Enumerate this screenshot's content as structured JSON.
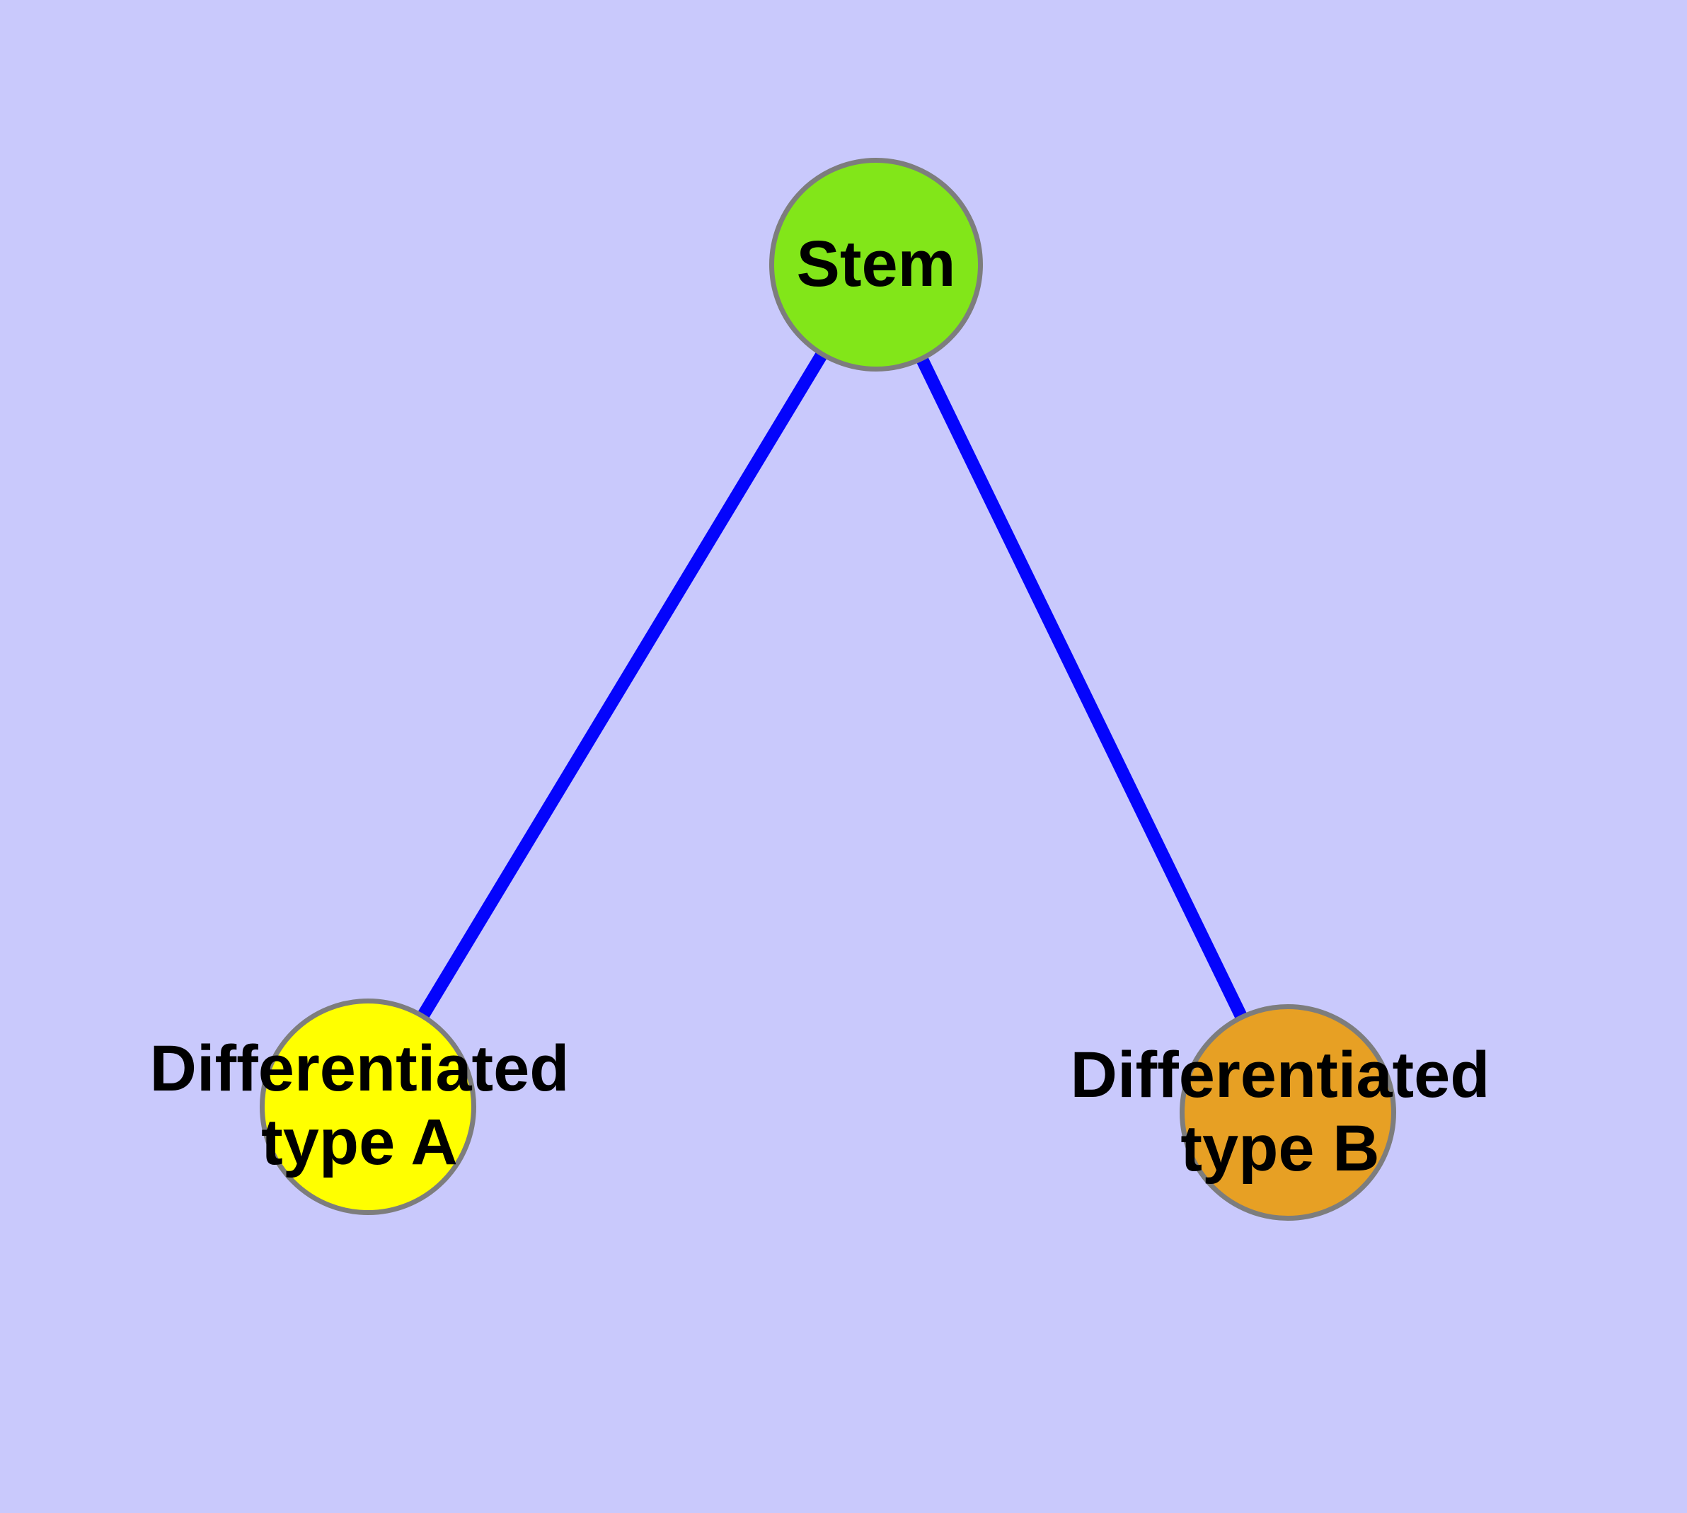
{
  "colors": {
    "background": "#C9C9FC",
    "edge": "#0404FC",
    "node_border": "#7D7D7D",
    "stem_fill": "#82E619",
    "type_a_fill": "#FFFF00",
    "type_b_fill": "#E7A024",
    "label_text": "#000000"
  },
  "diagram": {
    "type": "node-link-graph",
    "nodes": [
      {
        "id": "stem",
        "label": "Stem",
        "fill": "#82E619"
      },
      {
        "id": "type_a",
        "label": "Differentiated\ntype A",
        "fill": "#FFFF00"
      },
      {
        "id": "type_b",
        "label": "Differentiated\ntype B",
        "fill": "#E7A024"
      }
    ],
    "edges": [
      {
        "from": "Stem",
        "to": "Differentiated type A",
        "color": "#0404FC"
      },
      {
        "from": "Stem",
        "to": "Differentiated type B",
        "color": "#0404FC"
      }
    ]
  }
}
